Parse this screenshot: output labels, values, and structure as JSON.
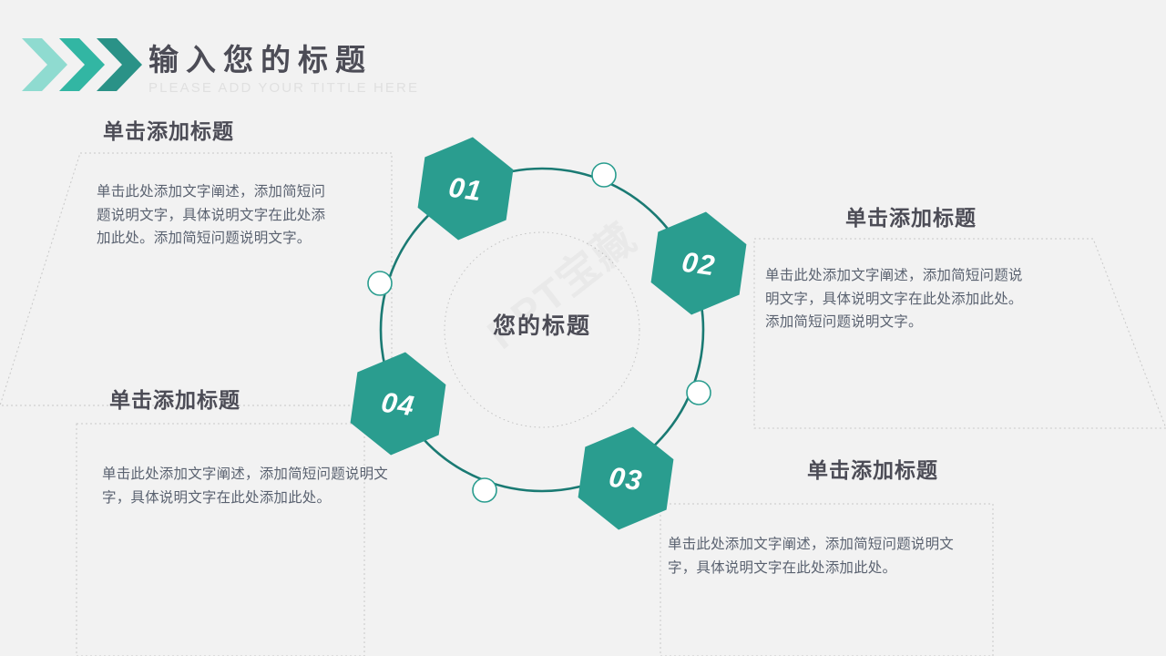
{
  "header": {
    "title": "输入您的标题",
    "subtitle": "PLEASE ADD YOUR TITTLE HERE",
    "chevron_colors": [
      "#8fdbd0",
      "#32b6a3",
      "#2a9287"
    ]
  },
  "theme": {
    "background": "#f2f2f2",
    "hex_fill": "#2a9d8f",
    "ring_stroke": "#1a7a73",
    "heading_color": "#4c4c56",
    "body_color": "#5a6270",
    "dotted_color": "#c8c8c8",
    "subtitle_color": "#e0e0e0"
  },
  "center": {
    "label": "您的标题",
    "watermark": "PPT宝藏"
  },
  "sections": [
    {
      "number": "01",
      "heading": "单击添加标题",
      "body": "单击此处添加文字阐述，添加简短问题说明文字，具体说明文字在此处添加此处。添加简短问题说明文字。"
    },
    {
      "number": "02",
      "heading": "单击添加标题",
      "body": "单击此处添加文字阐述，添加简短问题说明文字，具体说明文字在此处添加此处。添加简短问题说明文字。"
    },
    {
      "number": "03",
      "heading": "单击添加标题",
      "body": "单击此处添加文字阐述，添加简短问题说明文字，具体说明文字在此处添加此处。"
    },
    {
      "number": "04",
      "heading": "单击添加标题",
      "body": "单击此处添加文字阐述，添加简短问题说明文字，具体说明文字在此处添加此处。"
    }
  ]
}
